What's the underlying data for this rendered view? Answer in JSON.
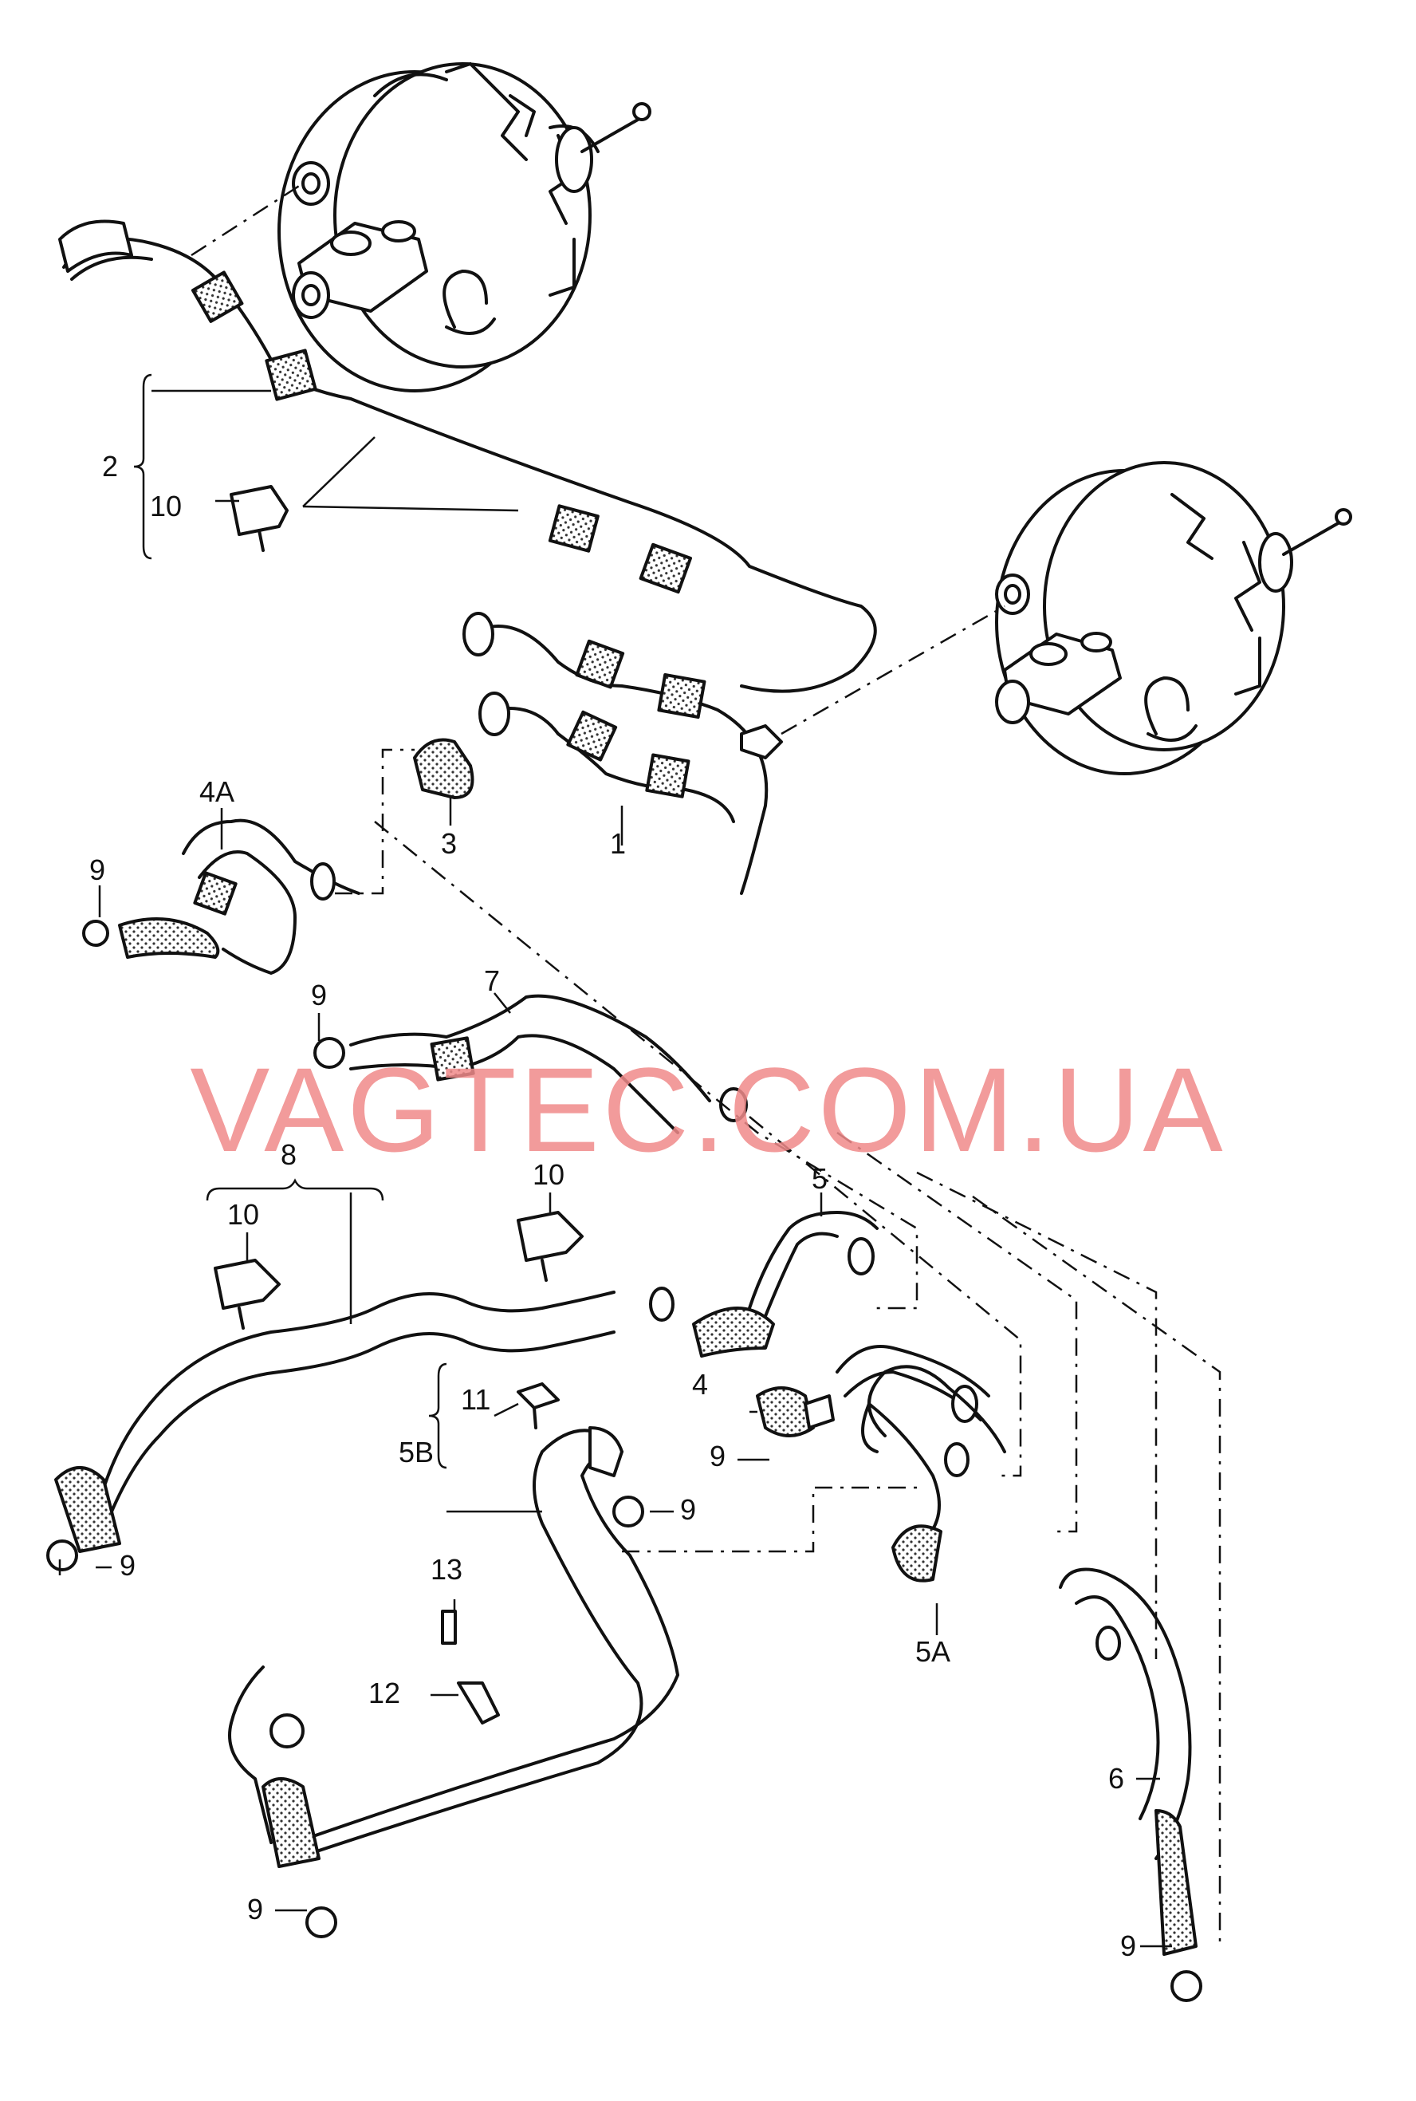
{
  "diagram": {
    "callouts": [
      {
        "id": "c-1",
        "label": "1"
      },
      {
        "id": "c-2",
        "label": "2"
      },
      {
        "id": "c-3",
        "label": "3"
      },
      {
        "id": "c-4",
        "label": "4"
      },
      {
        "id": "c-4a",
        "label": "4A"
      },
      {
        "id": "c-5-top",
        "label": "5"
      },
      {
        "id": "c-5a",
        "label": "5A"
      },
      {
        "id": "c-5b",
        "label": "5B"
      },
      {
        "id": "c-6",
        "label": "6"
      },
      {
        "id": "c-7",
        "label": "7"
      },
      {
        "id": "c-8",
        "label": "8"
      },
      {
        "id": "c-9-a",
        "label": "9"
      },
      {
        "id": "c-9-b",
        "label": "9"
      },
      {
        "id": "c-9-c",
        "label": "9"
      },
      {
        "id": "c-9-d",
        "label": "9"
      },
      {
        "id": "c-9-e",
        "label": "9"
      },
      {
        "id": "c-9-f",
        "label": "9"
      },
      {
        "id": "c-9-g",
        "label": "9"
      },
      {
        "id": "c-10-a",
        "label": "10"
      },
      {
        "id": "c-10-b",
        "label": "10"
      },
      {
        "id": "c-10-c",
        "label": "10"
      },
      {
        "id": "c-11",
        "label": "11"
      },
      {
        "id": "c-12",
        "label": "12"
      },
      {
        "id": "c-13",
        "label": "13"
      }
    ]
  },
  "watermark": {
    "text": "VAGTEC.COM.UA"
  },
  "colors": {
    "line": "#111111",
    "hatch": "#333333",
    "watermark": "#f08a8a"
  }
}
